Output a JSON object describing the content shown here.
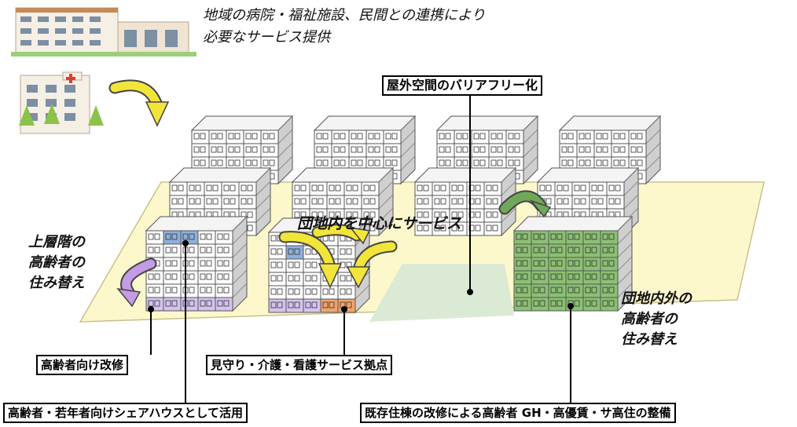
{
  "top_note": {
    "line1": "地域の病院・福祉施設、民間との連携により",
    "line2": "必要なサービス提供"
  },
  "labels": {
    "barrier_free": "屋外空間のバリアフリー化",
    "center_service": "団地内を中心にサービス",
    "left_relocation": [
      "上層階の",
      "高齢者の",
      "住み替え"
    ],
    "right_relocation": [
      "団地内外の",
      "高齢者の",
      "住み替え"
    ],
    "renovation_elderly": "高齢者向け改修",
    "watch_care": "見守り・介護・看護サービス拠点",
    "share_house": "高齢者・若年者向けシェアハウスとして活用",
    "existing_renovation": "既存住棟の改修による高齢者 GH・高優賃・サ高住の整備"
  },
  "colors": {
    "site": "#fdf8cc",
    "site_border": "#c9c08a",
    "green_plaza": "#dbead4",
    "blue_units": "#8fb0dc",
    "purple_units": "#d5c3ee",
    "orange_units": "#f0a46a",
    "green_units": "#8bc172",
    "arrow_yellow": "#f2e53a",
    "arrow_purple": "#c39be6",
    "arrow_green": "#70a85a"
  },
  "icons": [
    "large-hospital-icon",
    "small-clinic-icon",
    "curved-arrow-icon"
  ]
}
